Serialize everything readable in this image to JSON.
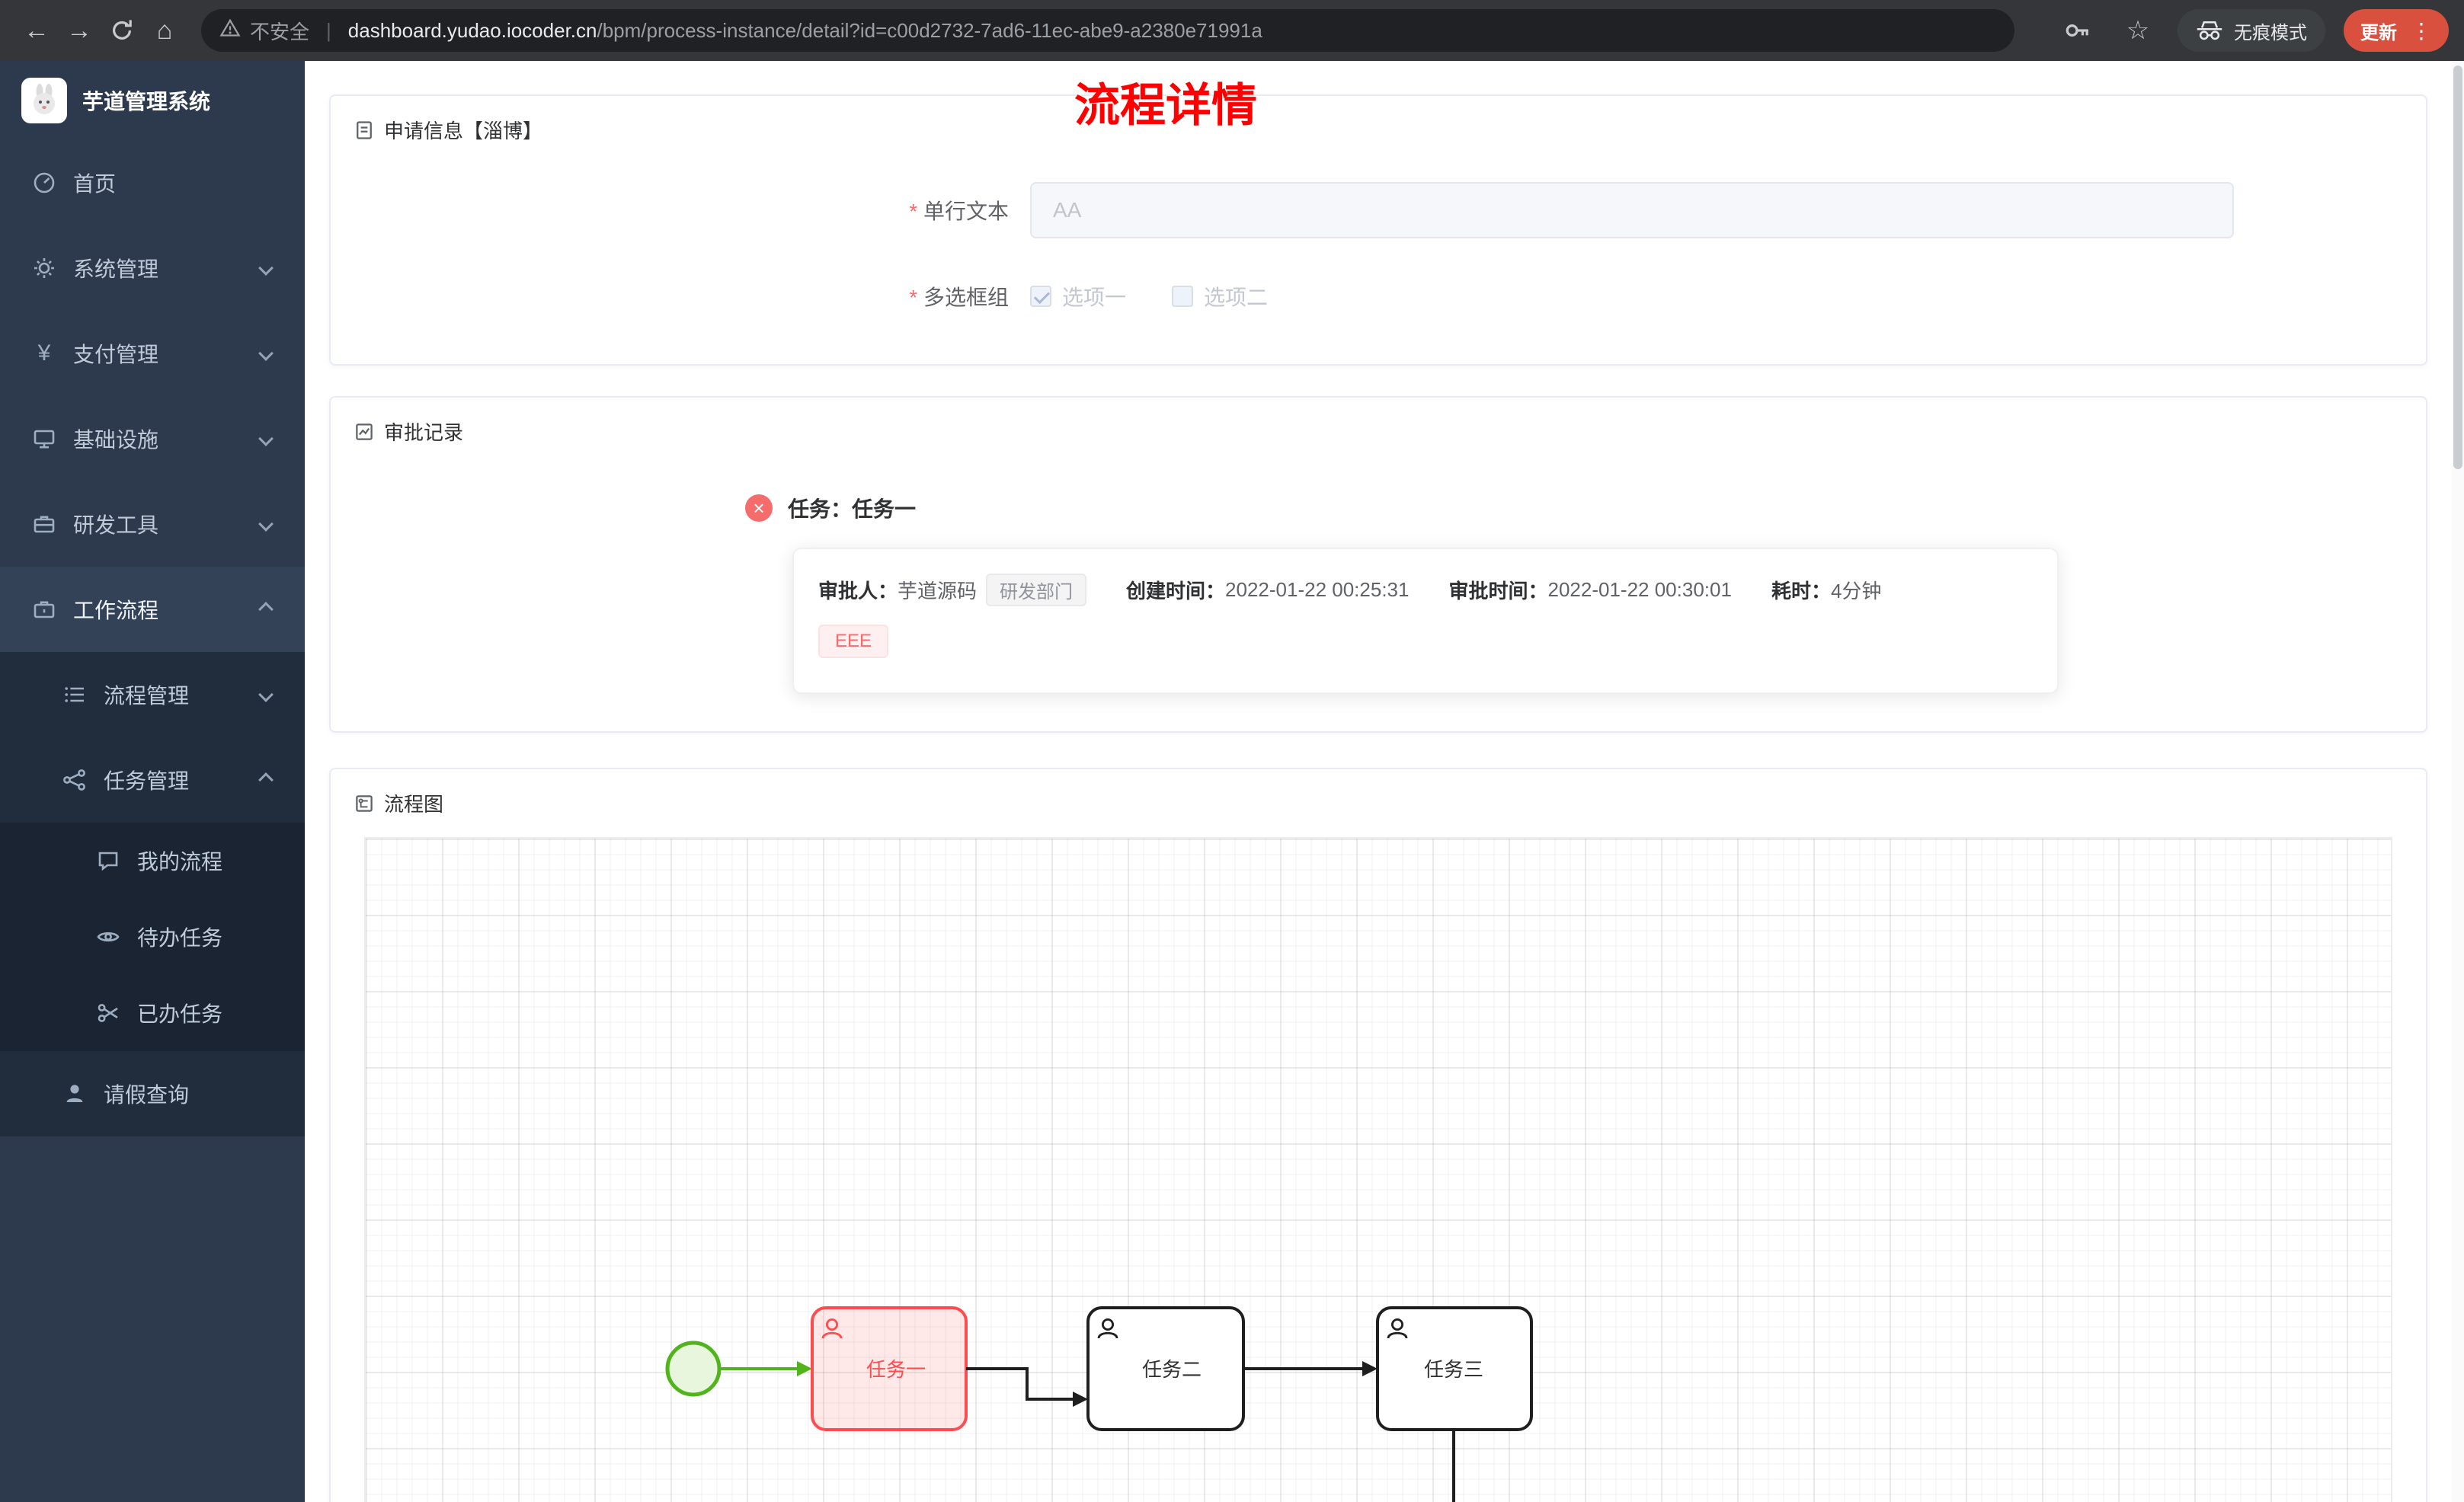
{
  "icons": {
    "back": "←",
    "forward": "→",
    "home": "⌂",
    "star": "☆",
    "dots": "⋮",
    "yen": "¥",
    "close": "×"
  },
  "browser": {
    "security_label": "不安全",
    "separator": "|",
    "host": "dashboard.yudao.iocoder.cn",
    "path": "/bpm/process-instance/detail?id=c00d2732-7ad6-11ec-abe9-a2380e71991a",
    "incognito_label": "无痕模式",
    "update_label": "更新"
  },
  "sidebar": {
    "app_title": "芋道管理系统",
    "items": [
      {
        "label": "首页",
        "icon": "dashboard-icon"
      },
      {
        "label": "系统管理",
        "icon": "gear-icon"
      },
      {
        "label": "支付管理",
        "icon": "yen-icon"
      },
      {
        "label": "基础设施",
        "icon": "monitor-icon"
      },
      {
        "label": "研发工具",
        "icon": "toolbox-icon"
      },
      {
        "label": "工作流程",
        "icon": "briefcase-icon"
      },
      {
        "label": "流程管理",
        "icon": "list-icon"
      },
      {
        "label": "任务管理",
        "icon": "branch-icon"
      },
      {
        "label": "我的流程",
        "icon": "chat-icon"
      },
      {
        "label": "待办任务",
        "icon": "eye-icon"
      },
      {
        "label": "已办任务",
        "icon": "scissors-icon"
      },
      {
        "label": "请假查询",
        "icon": "user-icon"
      }
    ]
  },
  "page": {
    "title": "流程详情"
  },
  "apply_card": {
    "title": "申请信息【淄博】",
    "fields": [
      {
        "label": "单行文本",
        "value": "AA"
      },
      {
        "label": "多选框组",
        "options": [
          {
            "label": "选项一",
            "checked": true
          },
          {
            "label": "选项二",
            "checked": false
          }
        ]
      }
    ]
  },
  "approval_card": {
    "title": "审批记录",
    "task_title": "任务：任务一",
    "meta": {
      "approver_label": "审批人：",
      "approver": "芋道源码",
      "dept_tag": "研发部门",
      "create_label": "创建时间：",
      "create_time": "2022-01-22 00:25:31",
      "approve_label": "审批时间：",
      "approve_time": "2022-01-22 00:30:01",
      "duration_label": "耗时：",
      "duration": "4分钟"
    },
    "comment_tag": "EEE"
  },
  "diagram_card": {
    "title": "流程图",
    "nodes": [
      {
        "label": "任务一",
        "status": "current"
      },
      {
        "label": "任务二",
        "status": "pending"
      },
      {
        "label": "任务三",
        "status": "pending"
      }
    ]
  }
}
